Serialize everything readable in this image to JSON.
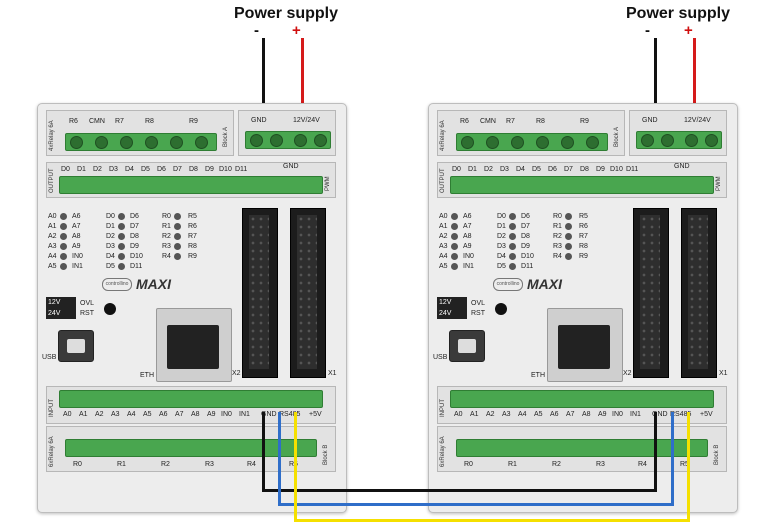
{
  "power_supply": {
    "title": "Power supply",
    "negative": "-",
    "positive": "+"
  },
  "colors": {
    "negative_wire": "#111111",
    "positive_wire": "#d51a1a",
    "gnd_link": "#111111",
    "rs485_a": "#2f6ec9",
    "rs485_b": "#f5e000",
    "terminal_green": "#49a64f"
  },
  "device": {
    "top_relay_block": {
      "side_label": "4xRelay 6A",
      "labels": [
        "R6",
        "CMN",
        "R7",
        "R8",
        "R9"
      ],
      "block_label": "Block A"
    },
    "power_terminal": {
      "gnd": "GND",
      "voltage": "12V/24V"
    },
    "output_row": {
      "side_label": "OUTPUT",
      "labels": [
        "D0",
        "D1",
        "D2",
        "D3",
        "D4",
        "D5",
        "D6",
        "D7",
        "D8",
        "D9",
        "D10",
        "D11"
      ],
      "gnd": "GND",
      "pwm": "PWM"
    },
    "led_panel": {
      "col1": [
        "A0",
        "A1",
        "A2",
        "A3",
        "A4",
        "A5"
      ],
      "col2": [
        "A6",
        "A7",
        "A8",
        "A9",
        "IN0",
        "IN1"
      ],
      "col3": [
        "D0",
        "D1",
        "D2",
        "D3",
        "D4",
        "D5"
      ],
      "col4": [
        "D6",
        "D7",
        "D8",
        "D9",
        "D10",
        "D11"
      ],
      "col5": [
        "R0",
        "R1",
        "R2",
        "R3",
        "R4"
      ],
      "col6": [
        "R5",
        "R6",
        "R7",
        "R8",
        "R9"
      ]
    },
    "logo_small": "controllino",
    "logo": "MAXI",
    "switch_labels": [
      "12V",
      "24V"
    ],
    "status_labels": [
      "OVL",
      "RST"
    ],
    "usb": "USB",
    "eth": "ETH",
    "x1": "X1",
    "x2": "X2",
    "input_row": {
      "side_label": "INPUT",
      "labels": [
        "A0",
        "A1",
        "A2",
        "A3",
        "A4",
        "A5",
        "A6",
        "A7",
        "A8",
        "A9",
        "IN0",
        "IN1"
      ],
      "gnd": "GND",
      "rs485": "RS485",
      "plus5v": "+5V"
    },
    "bottom_relay_block": {
      "side_label": "6xRelay 6A",
      "labels": [
        "R0",
        "R1",
        "R2",
        "R3",
        "R4",
        "R5"
      ],
      "block_label": "Block B"
    }
  }
}
